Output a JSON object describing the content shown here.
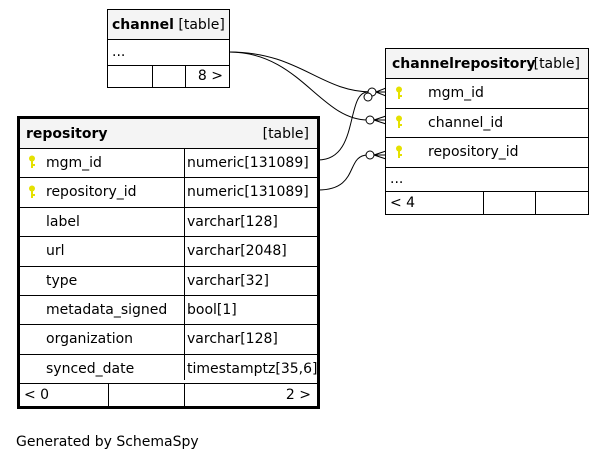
{
  "channel": {
    "name": "channel",
    "tag": "[table]",
    "ellipsis": "...",
    "footer_right": "8 >"
  },
  "channelrepository": {
    "name": "channelrepository",
    "tag": "[table]",
    "columns": [
      {
        "name": "mgm_id",
        "key": true
      },
      {
        "name": "channel_id",
        "key": true
      },
      {
        "name": "repository_id",
        "key": true
      }
    ],
    "ellipsis": "...",
    "footer_left": "< 4"
  },
  "repository": {
    "name": "repository",
    "tag": "[table]",
    "columns": [
      {
        "name": "mgm_id",
        "type": "numeric[131089]",
        "key": true
      },
      {
        "name": "repository_id",
        "type": "numeric[131089]",
        "key": true
      },
      {
        "name": "label",
        "type": "varchar[128]",
        "key": false
      },
      {
        "name": "url",
        "type": "varchar[2048]",
        "key": false
      },
      {
        "name": "type",
        "type": "varchar[32]",
        "key": false
      },
      {
        "name": "metadata_signed",
        "type": "bool[1]",
        "key": false
      },
      {
        "name": "organization",
        "type": "varchar[128]",
        "key": false
      },
      {
        "name": "synced_date",
        "type": "timestamptz[35,6]",
        "key": false
      }
    ],
    "footer_left": "< 0",
    "footer_right": "2 >"
  },
  "colors": {
    "key": "#e5e100",
    "line": "#000000",
    "header": "#f4f4f4"
  },
  "footer_text": "Generated by SchemaSpy"
}
